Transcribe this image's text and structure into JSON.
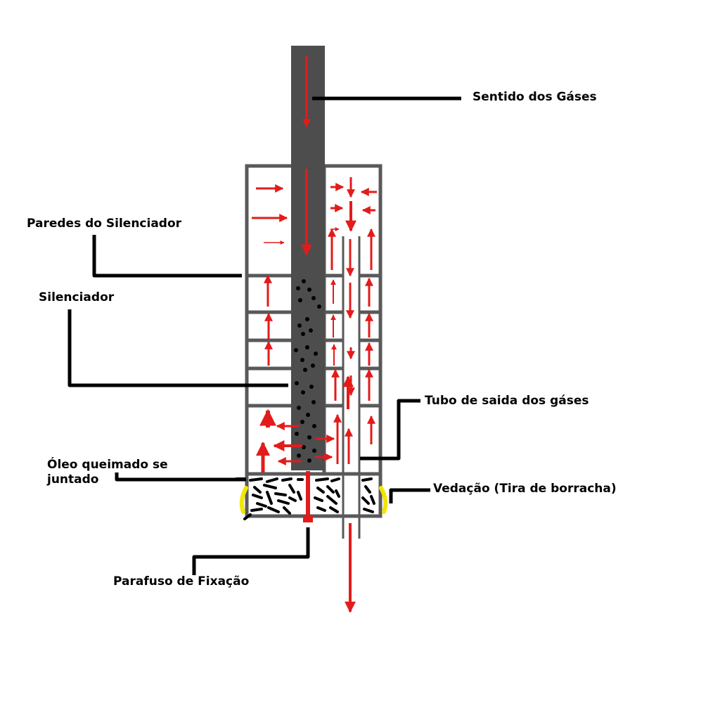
{
  "labels": {
    "gas_direction": "Sentido dos Gáses",
    "silencer_walls": "Paredes do Silenciador",
    "silencer": "Silenciador",
    "exhaust_tube": "Tubo de saida dos gáses",
    "burnt_oil_line1": "Óleo queimado se",
    "burnt_oil_line2": "juntado",
    "seal": "Vedação (Tira de borracha)",
    "fixing_screw": "Parafuso de Fixação"
  },
  "colors": {
    "flow_arrow": "#e31b1b",
    "inlet_pipe": "#4d4d4d",
    "walls": "#595959",
    "seal_strip": "#f2e600",
    "leader_line": "#000000"
  }
}
